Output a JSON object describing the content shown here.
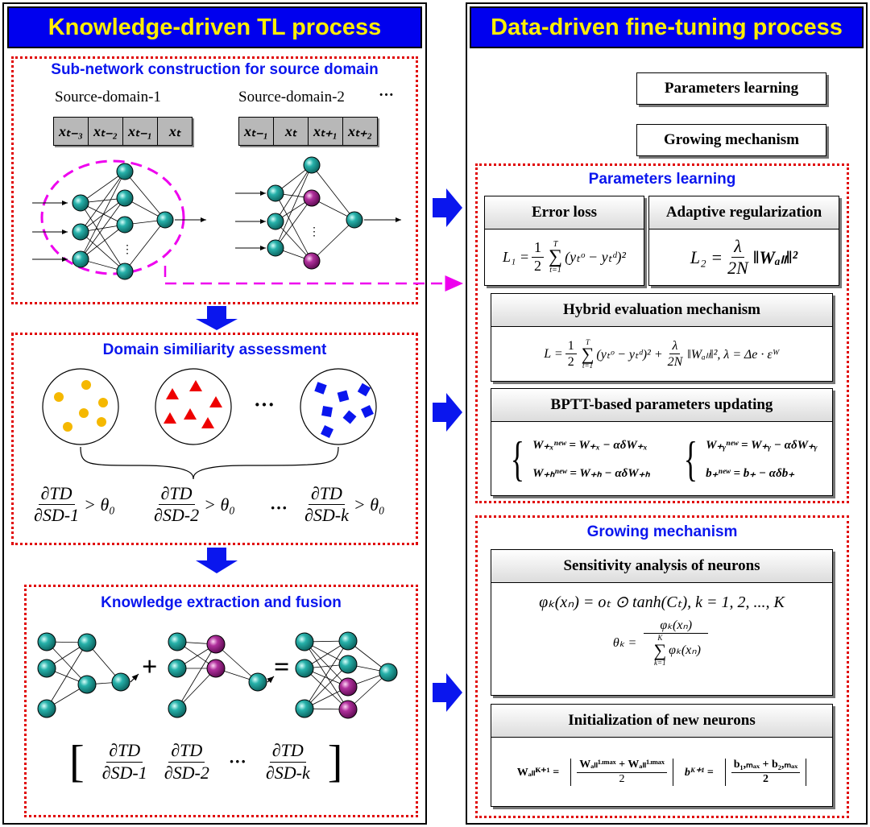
{
  "left": {
    "title": "Knowledge-driven TL process",
    "sub_network": {
      "title": "Sub-network construction for source domain",
      "source1_label": "Source-domain-1",
      "source2_label": "Source-domain-2",
      "ellipsis": "···",
      "source1_cells": [
        "xₜ₋₃",
        "xₜ₋₂",
        "xₜ₋₁",
        "xₜ"
      ],
      "source2_cells": [
        "xₜ₋₁",
        "xₜ",
        "xₜ₊₁",
        "xₜ₊₂"
      ]
    },
    "similarity": {
      "title": "Domain similiarity assessment",
      "ellipsis": "···",
      "conditions": [
        {
          "num": "∂TD",
          "den": "∂SD-1",
          "rhs": "> θ₀"
        },
        {
          "num": "∂TD",
          "den": "∂SD-2",
          "rhs": "> θ₀"
        },
        {
          "num": "∂TD",
          "den": "∂SD-k",
          "rhs": "> θ₀"
        }
      ]
    },
    "fusion": {
      "title": "Knowledge extraction and fusion",
      "plus": "+",
      "equals": "=",
      "ellipsis": "···",
      "open_bracket": "[",
      "close_bracket": "]",
      "vector": [
        {
          "num": "∂TD",
          "den": "∂SD-1"
        },
        {
          "num": "∂TD",
          "den": "∂SD-2"
        },
        {
          "num": "∂TD",
          "den": "∂SD-k"
        }
      ]
    }
  },
  "right": {
    "title": "Data-driven fine-tuning process",
    "top_labels": {
      "params": "Parameters learning",
      "growing": "Growing mechanism"
    },
    "params_learning": {
      "title": "Parameters learning",
      "error_loss": {
        "title": "Error loss",
        "lhs": "L₁ =",
        "coef_num": "1",
        "coef_den": "2",
        "sum_top": "T",
        "sum_bot": "t=1",
        "body": "(yₜᵒ − yₜᵈ)²"
      },
      "adaptive_reg": {
        "title": "Adaptive regularization",
        "lhs": "L₂ =",
        "coef_num": "λ",
        "coef_den": "2N",
        "body": "‖Wₐₗₗ‖²"
      },
      "hybrid": {
        "title": "Hybrid evaluation mechanism",
        "lhs": "L =",
        "coef_num": "1",
        "coef_den": "2",
        "sum_top": "T",
        "sum_bot": "t=1",
        "body1": "(yₜᵒ − yₜᵈ)² +",
        "coef2_num": "λ",
        "coef2_den": "2N",
        "body2": "‖Wₐₗₗ‖², λ = Δe · εᵂ"
      },
      "bptt": {
        "title": "BPTT-based parameters updating",
        "eqs": [
          "W₊ₓⁿᵉʷ = W₊ₓ − αδW₊ₓ",
          "W₊ₕⁿᵉʷ = W₊ₕ − αδW₊ₕ",
          "W₊ᵧⁿᵉʷ = W₊ᵧ − αδW₊ᵧ",
          "b₊ⁿᵉʷ = b₊ − αδb₊"
        ]
      }
    },
    "growing": {
      "title": "Growing mechanism",
      "sensitivity": {
        "title": "Sensitivity analysis of neurons",
        "eq1": "φₖ(xₙ) = oₜ ⊙ tanh(Cₜ),  k = 1, 2, ..., K",
        "eq2_lhs": "θₖ =",
        "eq2_num": "φₖ(xₙ)",
        "eq2_den": "φₖ(xₙ)",
        "sum_top": "K",
        "sum_bot": "k=1"
      },
      "init": {
        "title": "Initialization of new neurons",
        "w_lhs": "Wₐₗₗᴷ⁺¹ =",
        "w_num": "Wₐₗₗ¹ʴᵐᵃˣ + Wₐₗₗ¹ʴᵐᵃˣ",
        "w_den": "2",
        "b_lhs": "bᴷ⁺¹ =",
        "b_num": "b₁,ₘₐₓ + b₂,ₘₐₓ",
        "b_den": "2"
      }
    }
  },
  "colors": {
    "header_bg": "#0000ee",
    "header_text": "#ffee00",
    "section_title": "#0a16ee",
    "dotted_border": "#e00000",
    "dashed": "#ee00ee",
    "teal_node": "#1a9a94",
    "purple_node": "#a0208c",
    "yellow_node": "#f5b800",
    "arrow_blue": "#0a16ee"
  }
}
